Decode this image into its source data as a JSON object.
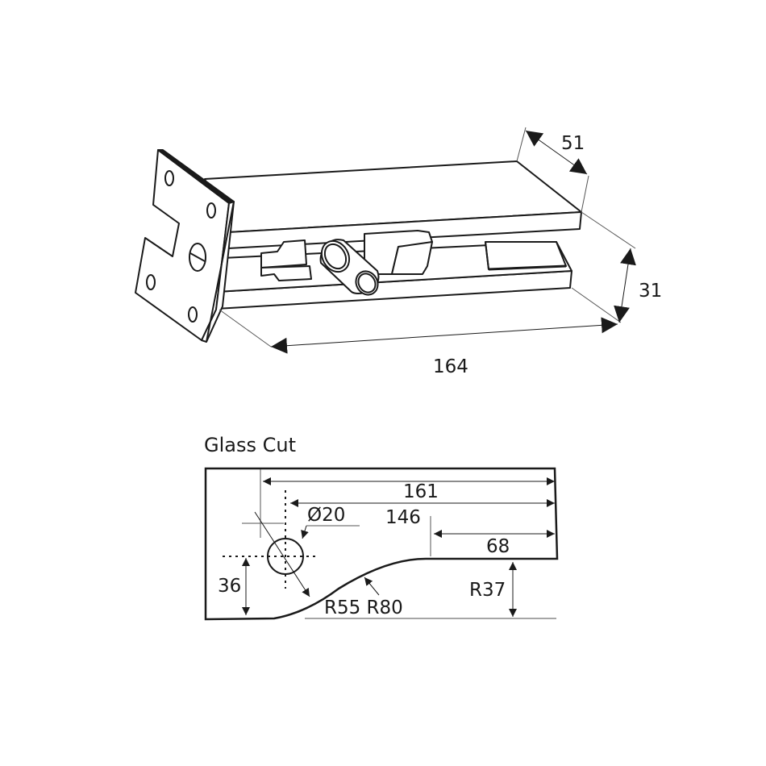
{
  "product_view": {
    "dimensions": {
      "depth": "51",
      "height": "31",
      "length": "164"
    }
  },
  "glass_cut": {
    "title": "Glass Cut",
    "dimensions": {
      "overall_length": "161",
      "pivot_offset": "146",
      "hole_diameter": "Ø20",
      "recess_length": "68",
      "pivot_height": "36",
      "radii": "R55 R80",
      "recess_radius": "R37"
    }
  },
  "colors": {
    "line": "#1a1a1a",
    "dim_line": "#555555",
    "background": "#ffffff"
  }
}
